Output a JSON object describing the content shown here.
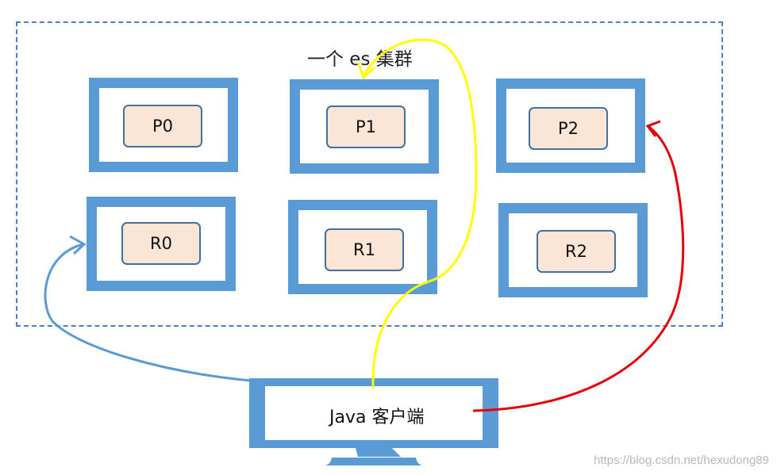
{
  "cluster": {
    "title": "一个 es 集群"
  },
  "primaries": [
    {
      "label": "P0"
    },
    {
      "label": "P1"
    },
    {
      "label": "P2"
    }
  ],
  "replicas": [
    {
      "label": "R0"
    },
    {
      "label": "R1"
    },
    {
      "label": "R2"
    }
  ],
  "client": {
    "label": "Java 客户端"
  },
  "watermark": "https://blog.csdn.net/hexudong89",
  "colors": {
    "node_border": "#5b9bd5",
    "shard_fill": "#fbe5d6",
    "shard_border": "#41719c",
    "arrow_blue": "#5b9bd5",
    "arrow_yellow": "#ffff00",
    "arrow_red": "#e60000"
  }
}
